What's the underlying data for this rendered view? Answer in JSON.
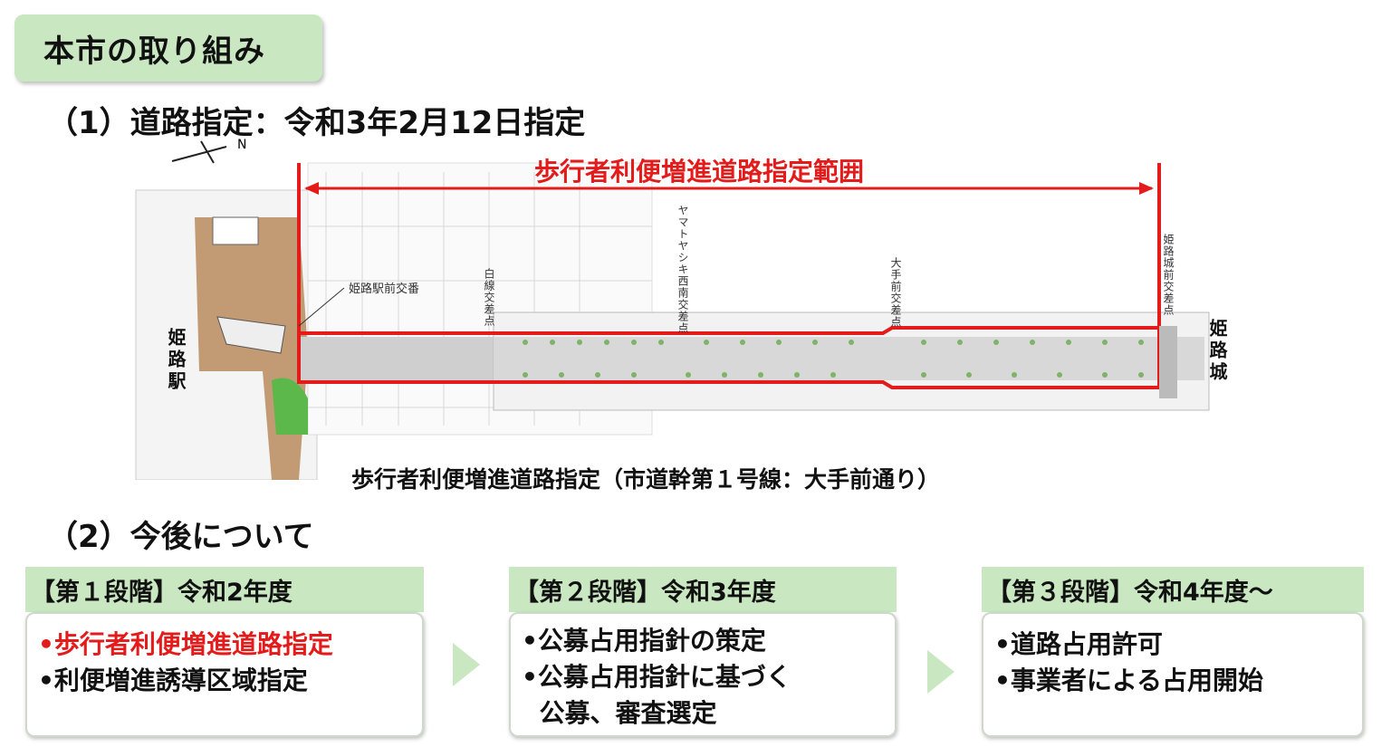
{
  "title": "本市の取り組み",
  "section1": {
    "heading": "（1）道路指定：令和3年2月12日指定"
  },
  "map": {
    "north_label": "N",
    "range_label": "歩行者利便増進道路指定範囲",
    "caption": "歩行者利便増進道路指定（市道幹第１号線：大手前通り）",
    "labels": {
      "station": "姫路駅",
      "castle": "姫路城",
      "koban": "姫路駅前交番",
      "hakusen": "白線交差点",
      "yamatoyashiki": "ヤマトヤシキ西南交差点",
      "otemae": "大手前交差点",
      "himejijo_mae": "姫路城前交差点"
    },
    "colors": {
      "range": "#e31b1b",
      "plaza": "#b98a5c",
      "green": "#5cb84a"
    }
  },
  "section2": {
    "heading": "（2）今後について"
  },
  "stages": [
    {
      "header": "【第１段階】令和2年度",
      "items": [
        "•歩行者利便増進道路指定",
        "•利便増進誘導区域指定"
      ]
    },
    {
      "header": "【第２段階】令和3年度",
      "items": [
        "•公募占用指針の策定",
        "•公募占用指針に基づく",
        "  公募、審査選定"
      ]
    },
    {
      "header": "【第３段階】令和4年度～",
      "items": [
        "•道路占用許可",
        "•事業者による占用開始"
      ]
    }
  ],
  "accent_color": "#c9e7c1"
}
